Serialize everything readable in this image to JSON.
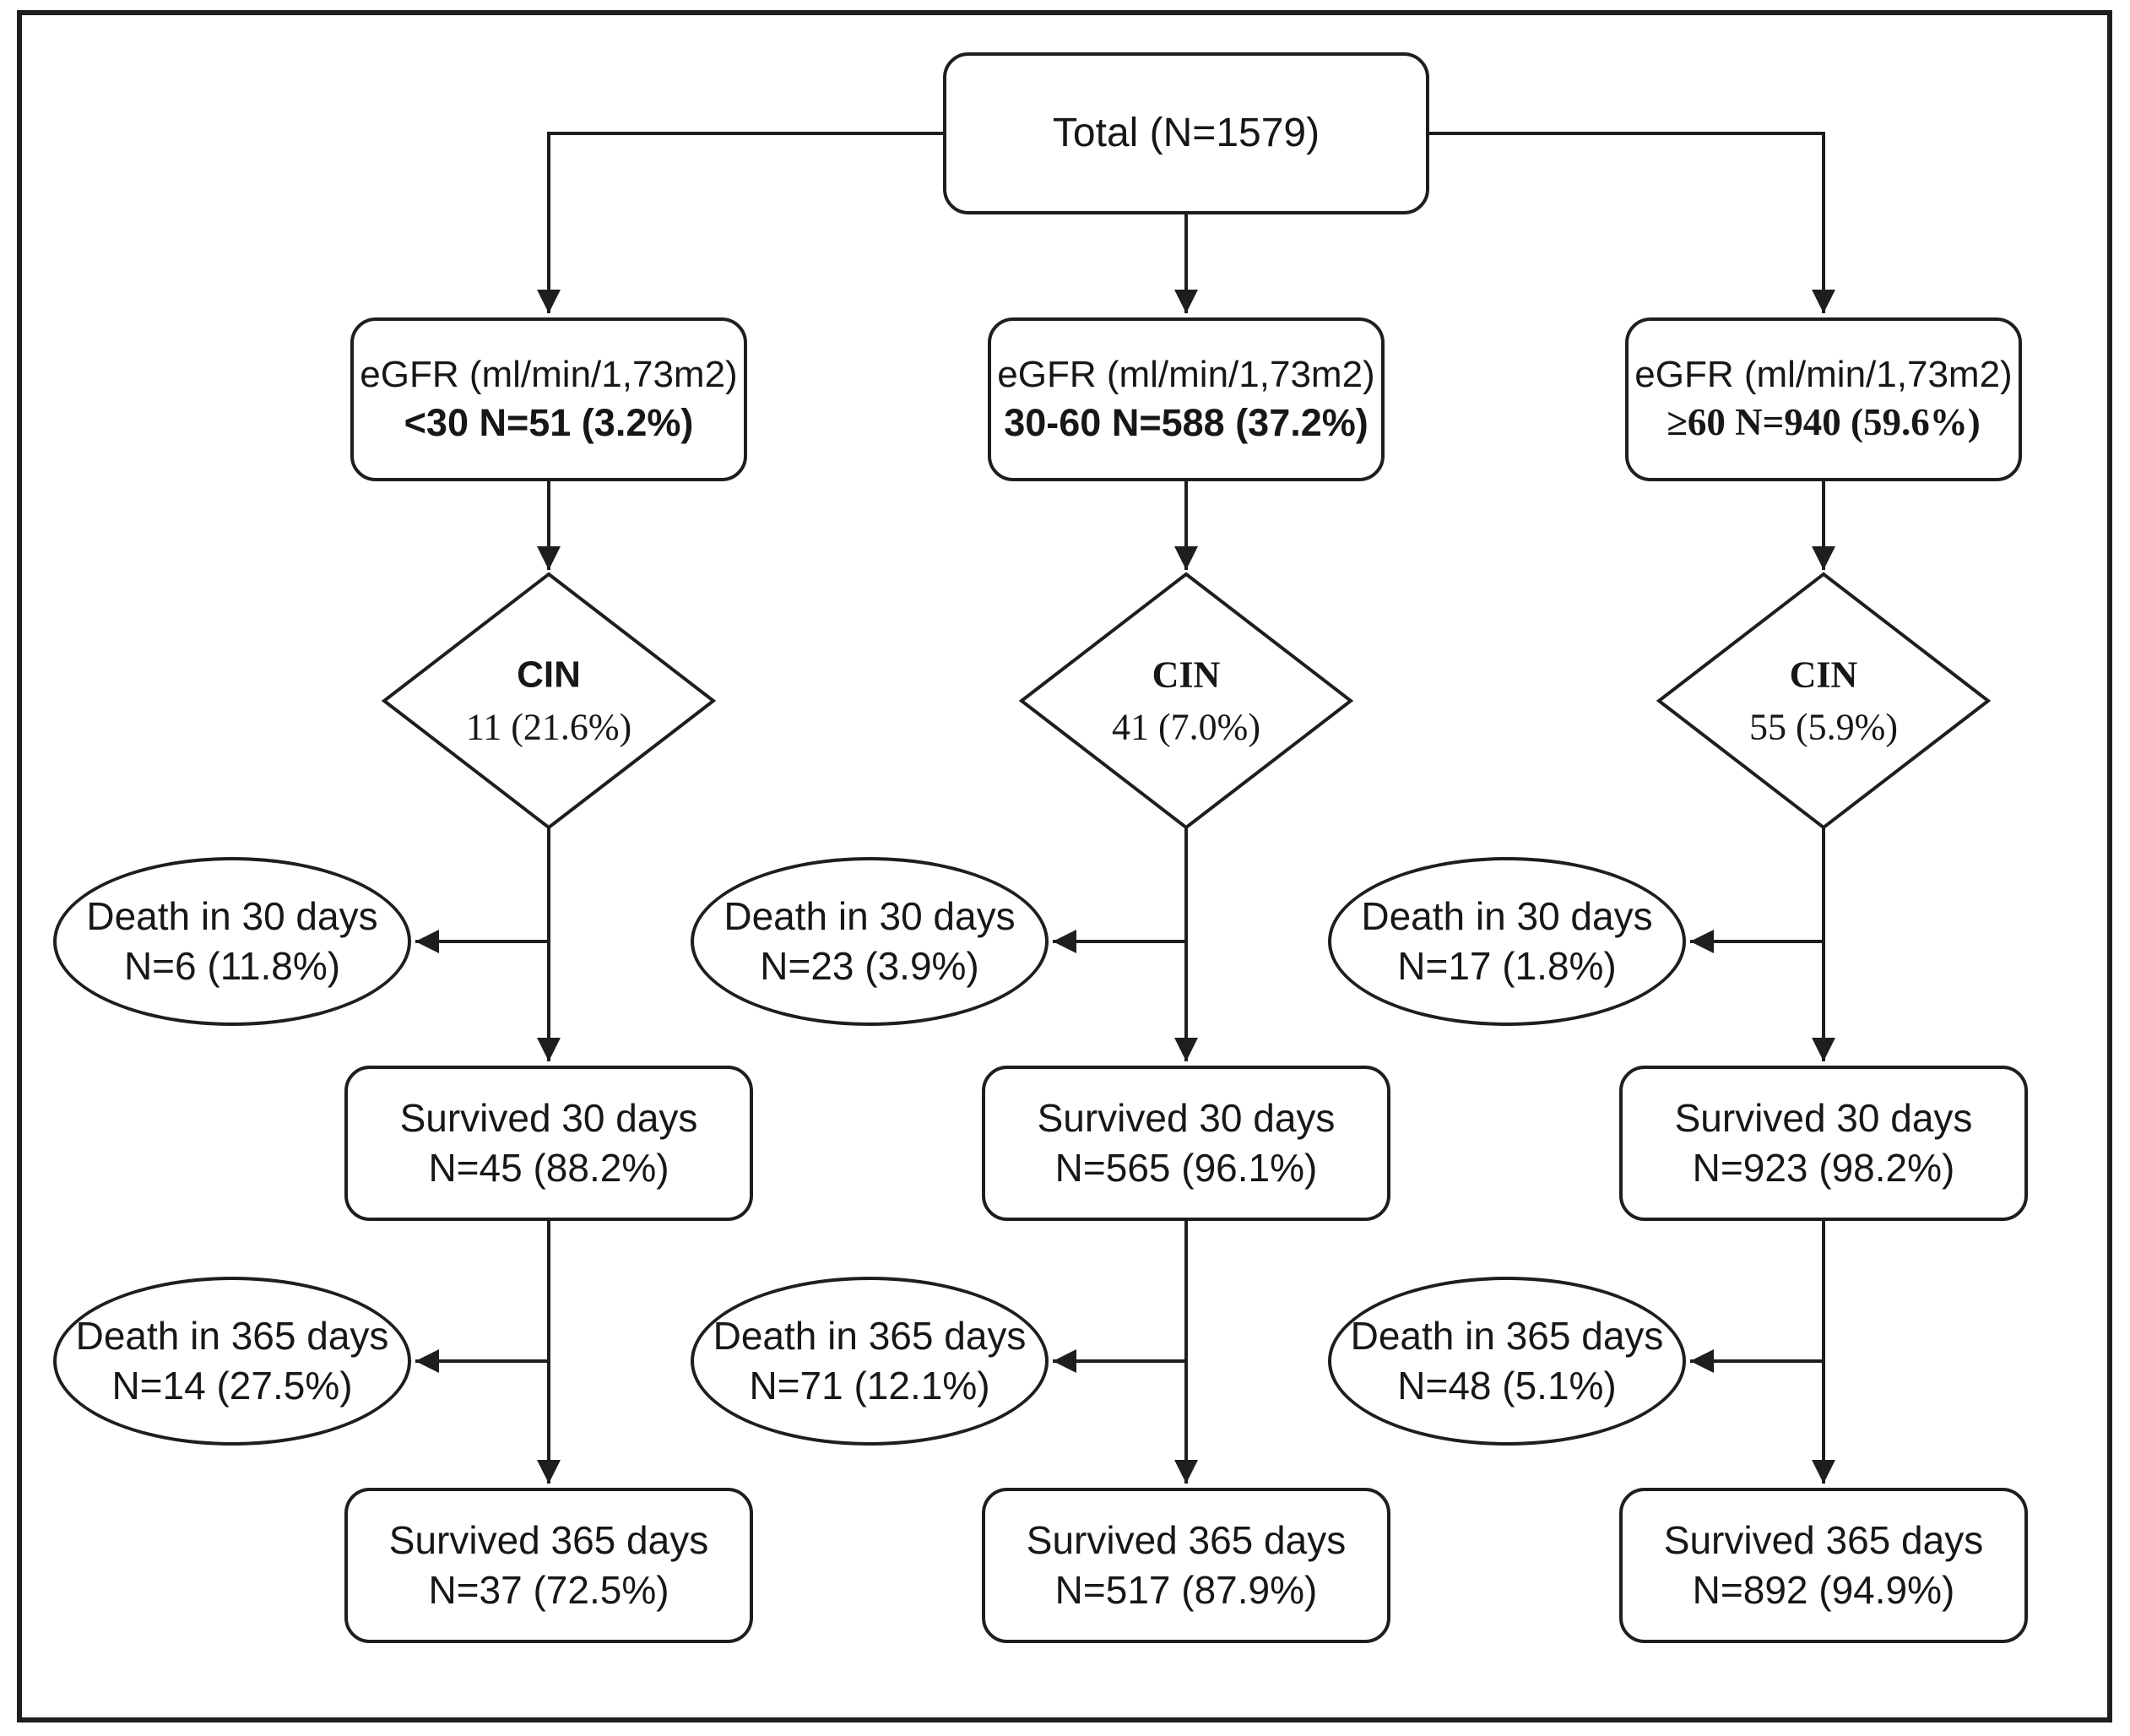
{
  "diagram": {
    "title_node": {
      "label": "Total (N=1579)"
    },
    "columns": [
      {
        "egfr": {
          "line1": "eGFR (ml/min/1,73m2)",
          "line2": "<30 N=51 (3.2%)"
        },
        "cin": {
          "label": "CIN",
          "value": "11 (21.6%)"
        },
        "death_30": {
          "line1": "Death in 30 days",
          "line2": "N=6 (11.8%)"
        },
        "survived_30": {
          "line1": "Survived 30 days",
          "line2": "N=45 (88.2%)"
        },
        "death_365": {
          "line1": "Death in 365 days",
          "line2": "N=14 (27.5%)"
        },
        "survived_365": {
          "line1": "Survived 365 days",
          "line2": "N=37 (72.5%)"
        }
      },
      {
        "egfr": {
          "line1": "eGFR (ml/min/1,73m2)",
          "line2": "30-60 N=588 (37.2%)"
        },
        "cin": {
          "label": "CIN",
          "value": "41 (7.0%)"
        },
        "death_30": {
          "line1": "Death in 30 days",
          "line2": "N=23 (3.9%)"
        },
        "survived_30": {
          "line1": "Survived 30 days",
          "line2": "N=565 (96.1%)"
        },
        "death_365": {
          "line1": "Death in 365 days",
          "line2": "N=71 (12.1%)"
        },
        "survived_365": {
          "line1": "Survived 365 days",
          "line2": "N=517 (87.9%)"
        }
      },
      {
        "egfr": {
          "line1": "eGFR (ml/min/1,73m2)",
          "line2": "≥60 N=940 (59.6%)"
        },
        "cin": {
          "label": "CIN",
          "value": "55 (5.9%)"
        },
        "death_30": {
          "line1": "Death in 30 days",
          "line2": "N=17 (1.8%)"
        },
        "survived_30": {
          "line1": "Survived 30 days",
          "line2": "N=923 (98.2%)"
        },
        "death_365": {
          "line1": "Death in 365 days",
          "line2": "N=48 (5.1%)"
        },
        "survived_365": {
          "line1": "Survived 365 days",
          "line2": "N=892 (94.9%)"
        }
      }
    ],
    "colors": {
      "line": "#1e1e1e",
      "background": "#ffffff"
    }
  }
}
